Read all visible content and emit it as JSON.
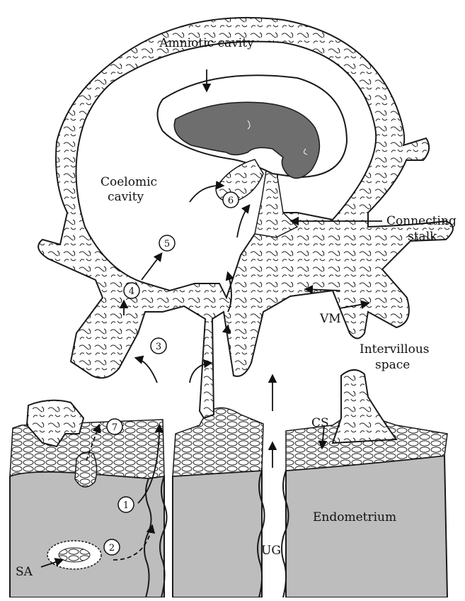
{
  "labels": {
    "amniotic_cavity": "Amniotic cavity",
    "coelomic_line1": "Coelomic",
    "coelomic_line2": "cavity",
    "connecting_line1": "Connecting",
    "connecting_line2": "stalk",
    "vm": "VM",
    "intervillous_line1": "Intervillous",
    "intervillous_line2": "space",
    "cs": "CS",
    "endometrium": "Endometrium",
    "sa": "SA",
    "ug": "UG"
  },
  "steps": [
    "1",
    "2",
    "3",
    "4",
    "5",
    "6",
    "7"
  ],
  "colors": {
    "line": "#1a1a1a",
    "embryo": "#6e6e6e",
    "endometrium": "#bdbdbd",
    "background": "#ffffff"
  }
}
